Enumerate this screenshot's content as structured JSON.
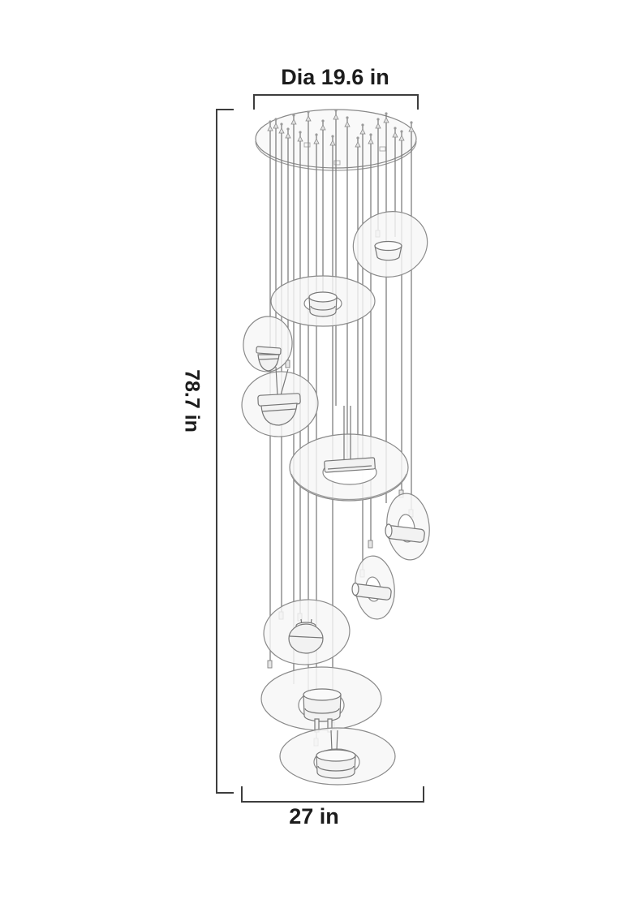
{
  "labels": {
    "diameter": "Dia 19.6 in",
    "height": "78.7 in",
    "width": "27 in"
  },
  "colors": {
    "dimension_line": "#3d3d3d",
    "text": "#1c1c1c",
    "line_art": "#8a8a8a",
    "disc_fill": "#f7f7f7",
    "background": "#ffffff"
  }
}
